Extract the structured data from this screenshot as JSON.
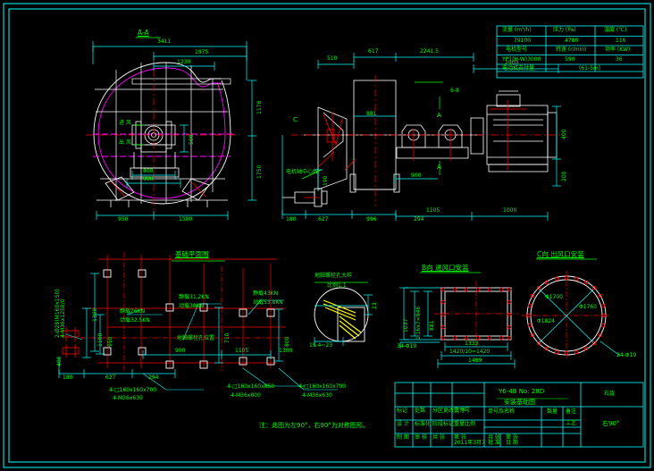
{
  "drawing": {
    "title_block": {
      "model": "Y6-4B No: 28D",
      "drawing_name": "安装基础图",
      "orientation_label": "右旋",
      "angle": "右90°",
      "rows": [
        [
          "标记",
          "处数",
          "分区更改文件号",
          "签  字",
          "年月日"
        ],
        [
          "设  计",
          "标准化",
          "阶段标记",
          "重量比例"
        ],
        [
          "制  图",
          "审  核",
          "共  张",
          "第  张"
        ],
        [
          "工  艺",
          "批  准",
          "日  期",
          "2011年3月7"
        ]
      ],
      "sub_headers": [
        "单号及名称",
        "数量",
        "备注"
      ],
      "sub_extra": "工艺"
    },
    "spec_table": {
      "headers": [
        "流量 (m³/h)",
        "压力 (Pa)",
        "温度 (℃)"
      ],
      "row1": [
        "79100",
        "4780",
        "116"
      ],
      "row2_labels": [
        "电机型号",
        "转速 (r/min)",
        "功率 (KW)"
      ],
      "row3": [
        "YP1(H-W)3000",
        "590",
        "36"
      ],
      "row4_label": "电动机支付量",
      "row4_value": "(61-5m)"
    },
    "views": {
      "section_aa": {
        "title": "A-A",
        "dims": [
          "3411",
          "1975",
          "1230",
          "1178",
          "1750",
          "500",
          "800",
          "900",
          "950",
          "1500"
        ],
        "labels": [
          "进 风",
          "出 风"
        ]
      },
      "elevation": {
        "dims": [
          "510",
          "617",
          "2241.5",
          "2900",
          "881",
          "900",
          "1105",
          "1000",
          "180",
          "627",
          "996",
          "294",
          "190",
          "400",
          "200"
        ],
        "marks": [
          "C",
          "A",
          "A",
          "6-8"
        ],
        "note": "电机轴中心线"
      },
      "foundation_plan": {
        "title": "基础平面图",
        "dims": [
          "1300",
          "1100",
          "950",
          "900",
          "1105",
          "1300",
          "710",
          "800",
          "627",
          "294",
          "180",
          "400"
        ],
        "loads": [
          "静载26KN",
          "动载32.5KN",
          "静载31.2KN",
          "动载38KN",
          "静载43KN",
          "动载53.8KN"
        ],
        "left_note": "2-Ø28(M160x150)\n4-M36x1250/0",
        "anchor_notes": [
          "4-□160x160x700",
          "4-M36x630",
          "4-□160x160x850",
          "4-M36x800",
          "4-□160x160x700",
          "4-M36x630"
        ],
        "center_note": "地脚螺栓孔位置",
        "note": "注：此图为左90°，右90°为对称图形。"
      },
      "bolt_detail": {
        "title": "地脚螺栓孔大样",
        "subtitle": "比例1:1",
        "dims": [
          "15.4~23",
          "23"
        ]
      },
      "inlet_view": {
        "title": "B向 进风口安装",
        "dims": [
          "1037",
          "1.16x7=946",
          "881",
          "1333",
          "1420/10=1420",
          "1489",
          "34-Φ19"
        ]
      },
      "outlet_view": {
        "title": "C向 出风口安装",
        "dims": [
          "Φ1700",
          "Φ1760",
          "Φ1824",
          "24-Φ19"
        ]
      }
    }
  }
}
